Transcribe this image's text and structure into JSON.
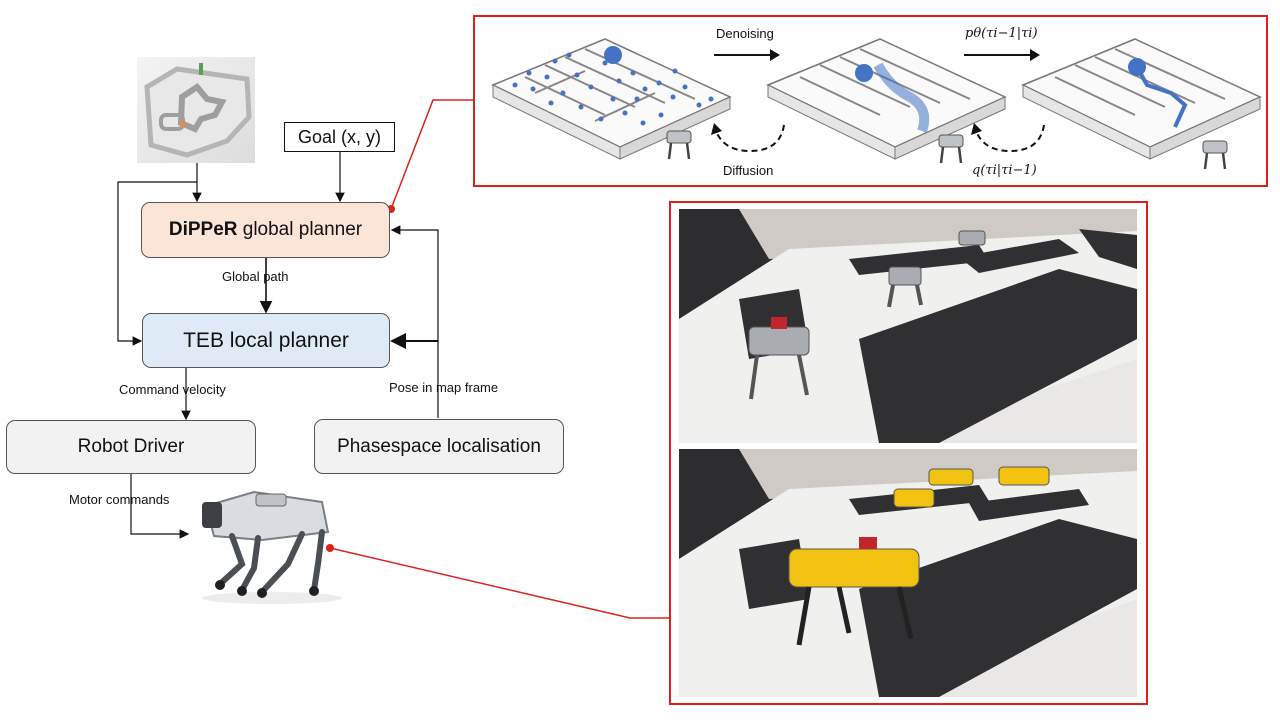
{
  "goal_box": {
    "label": "Goal (x, y)"
  },
  "global_planner": {
    "label_bold": "DiPPeR",
    "label_rest": " global planner"
  },
  "global_path_label": "Global path",
  "local_planner": {
    "label": "TEB local planner"
  },
  "command_velocity_label": "Command velocity",
  "pose_label": "Pose in map frame",
  "robot_driver": {
    "label": "Robot Driver"
  },
  "localisation": {
    "label": "Phasespace localisation"
  },
  "motor_commands_label": "Motor commands",
  "diffusion_panel": {
    "denoising_label": "Denoising",
    "diffusion_label": "Diffusion",
    "p_theta_label": "pθ(τi−1|τi)",
    "q_label": "q(τi|τi−1)"
  },
  "colors": {
    "global_planner_fill": "#fbe5d6",
    "local_planner_fill": "#deebf7",
    "grey_box_fill": "#f2f2f2",
    "highlight_red": "#e0201c",
    "path_blue": "#4472c4"
  },
  "icons": [
    "sim-map-thumbnail",
    "robot-dog-image",
    "maze-noisy",
    "maze-partial",
    "maze-clean",
    "lab-photo-grey-robots",
    "lab-photo-yellow-robots"
  ]
}
